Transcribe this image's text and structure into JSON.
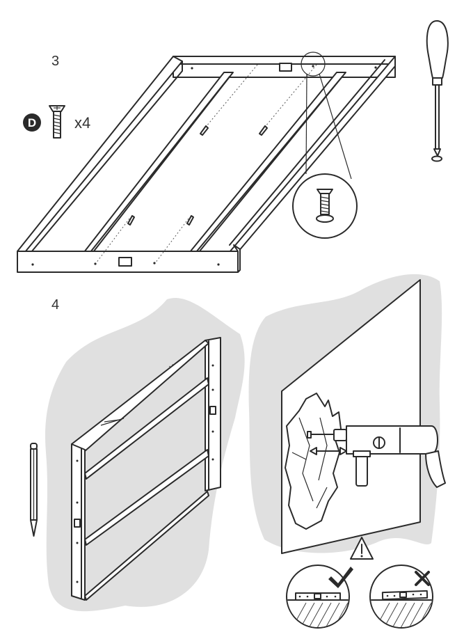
{
  "step3": {
    "number": "3",
    "fastener": {
      "letter": "D",
      "quantity": "x4",
      "icon": "screw-icon"
    },
    "tool_icon": "screwdriver-icon",
    "detail_icon": "magnified-screw-icon"
  },
  "step4": {
    "number": "4",
    "tool_icons": [
      "pencil-icon",
      "drill-icon"
    ],
    "warning_icon": "warning-triangle-icon",
    "correct_icon": "check-mark-icon",
    "incorrect_icon": "cross-mark-icon"
  },
  "colors": {
    "line": "#2a2a2a",
    "wall_shade": "#e0e0e0",
    "badge": "#2a2a2a",
    "background": "#ffffff"
  }
}
